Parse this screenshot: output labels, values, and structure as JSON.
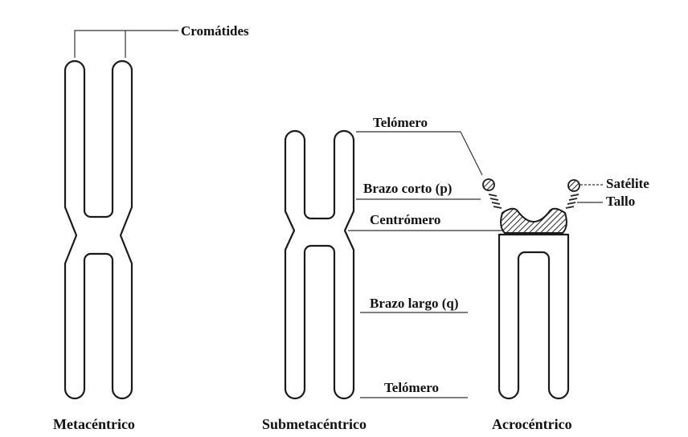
{
  "labels": {
    "cromatides": "Cromátides",
    "telomero_top": "Telómero",
    "brazo_corto": "Brazo corto (p)",
    "centromero": "Centrómero",
    "brazo_largo": "Brazo largo (q)",
    "telomero_bottom": "Telómero",
    "satelite": "Satélite",
    "tallo": "Tallo"
  },
  "captions": {
    "metacentrico": "Metacéntrico",
    "submetacentrico": "Submetacéntrico",
    "acrocentrico": "Acrocéntrico"
  }
}
